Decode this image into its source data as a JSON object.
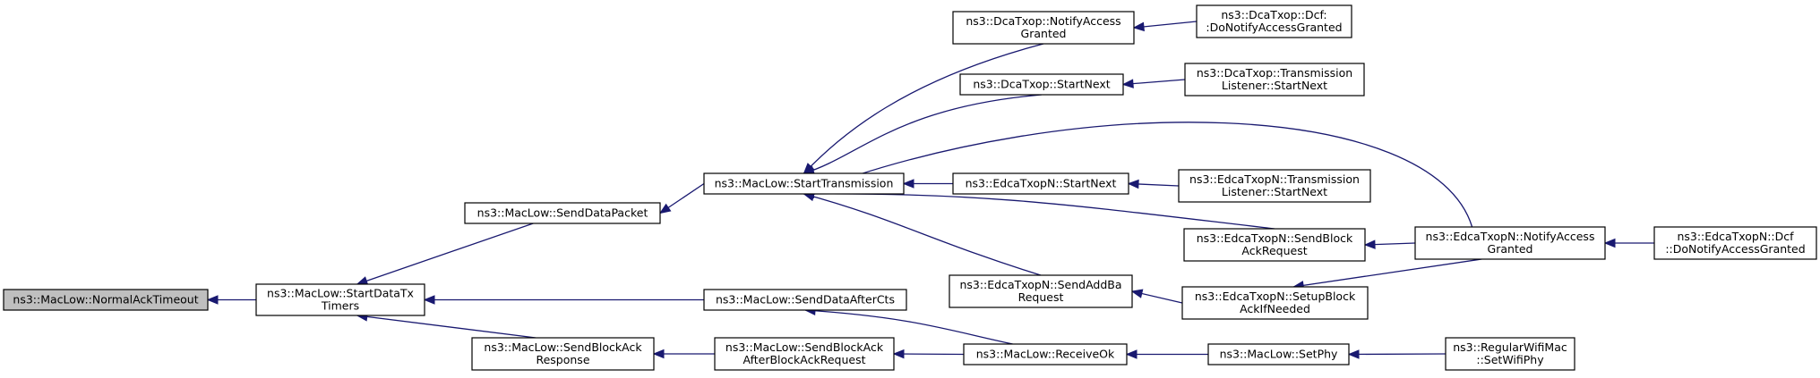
{
  "graph": {
    "nodes": [
      {
        "id": "root",
        "lines": [
          "ns3::MacLow::NormalAckTimeout"
        ],
        "highlight": true
      },
      {
        "id": "sdtt",
        "lines": [
          "ns3::MacLow::StartDataTx",
          "Timers"
        ]
      },
      {
        "id": "sdp",
        "lines": [
          "ns3::MacLow::SendDataPacket"
        ]
      },
      {
        "id": "sbar",
        "lines": [
          "ns3::MacLow::SendBlockAck",
          "Response"
        ]
      },
      {
        "id": "st",
        "lines": [
          "ns3::MacLow::StartTransmission"
        ]
      },
      {
        "id": "sdac",
        "lines": [
          "ns3::MacLow::SendDataAfterCts"
        ]
      },
      {
        "id": "sbaabar",
        "lines": [
          "ns3::MacLow::SendBlockAck",
          "AfterBlockAckRequest"
        ]
      },
      {
        "id": "dnag",
        "lines": [
          "ns3::DcaTxop::NotifyAccess",
          "Granted"
        ]
      },
      {
        "id": "dsn",
        "lines": [
          "ns3::DcaTxop::StartNext"
        ]
      },
      {
        "id": "esn",
        "lines": [
          "ns3::EdcaTxopN::StartNext"
        ]
      },
      {
        "id": "esaddba",
        "lines": [
          "ns3::EdcaTxopN::SendAddBa",
          "Request"
        ]
      },
      {
        "id": "ro",
        "lines": [
          "ns3::MacLow::ReceiveOk"
        ]
      },
      {
        "id": "ddnag",
        "lines": [
          "ns3::DcaTxop::Dcf:",
          ":DoNotifyAccessGranted"
        ]
      },
      {
        "id": "dtlsn",
        "lines": [
          "ns3::DcaTxop::Transmission",
          "Listener::StartNext"
        ]
      },
      {
        "id": "etlsn",
        "lines": [
          "ns3::EdcaTxopN::Transmission",
          "Listener::StartNext"
        ]
      },
      {
        "id": "esbar",
        "lines": [
          "ns3::EdcaTxopN::SendBlock",
          "AckRequest"
        ]
      },
      {
        "id": "esbain",
        "lines": [
          "ns3::EdcaTxopN::SetupBlock",
          "AckIfNeeded"
        ]
      },
      {
        "id": "sphy",
        "lines": [
          "ns3::MacLow::SetPhy"
        ]
      },
      {
        "id": "enag",
        "lines": [
          "ns3::EdcaTxopN::NotifyAccess",
          "Granted"
        ]
      },
      {
        "id": "rwsp",
        "lines": [
          "ns3::RegularWifiMac",
          "::SetWifiPhy"
        ]
      },
      {
        "id": "ednag",
        "lines": [
          "ns3::EdcaTxopN::Dcf",
          "::DoNotifyAccessGranted"
        ]
      }
    ],
    "edges": [
      {
        "from": "sdtt",
        "to": "root"
      },
      {
        "from": "sdp",
        "to": "sdtt"
      },
      {
        "from": "sdac",
        "to": "sdtt"
      },
      {
        "from": "sbar",
        "to": "sdtt"
      },
      {
        "from": "st",
        "to": "sdp"
      },
      {
        "from": "sbaabar",
        "to": "sbar"
      },
      {
        "from": "dnag",
        "to": "st"
      },
      {
        "from": "dsn",
        "to": "st"
      },
      {
        "from": "enag",
        "to": "st"
      },
      {
        "from": "esn",
        "to": "st"
      },
      {
        "from": "esbar",
        "to": "st"
      },
      {
        "from": "esaddba",
        "to": "st"
      },
      {
        "from": "ro",
        "to": "sdac"
      },
      {
        "from": "ro",
        "to": "sbaabar"
      },
      {
        "from": "ddnag",
        "to": "dnag"
      },
      {
        "from": "dtlsn",
        "to": "dsn"
      },
      {
        "from": "etlsn",
        "to": "esn"
      },
      {
        "from": "enag",
        "to": "esbar"
      },
      {
        "from": "esbain",
        "to": "esaddba"
      },
      {
        "from": "enag",
        "to": "esbain"
      },
      {
        "from": "sphy",
        "to": "ro"
      },
      {
        "from": "rwsp",
        "to": "sphy"
      },
      {
        "from": "ednag",
        "to": "enag"
      }
    ]
  }
}
